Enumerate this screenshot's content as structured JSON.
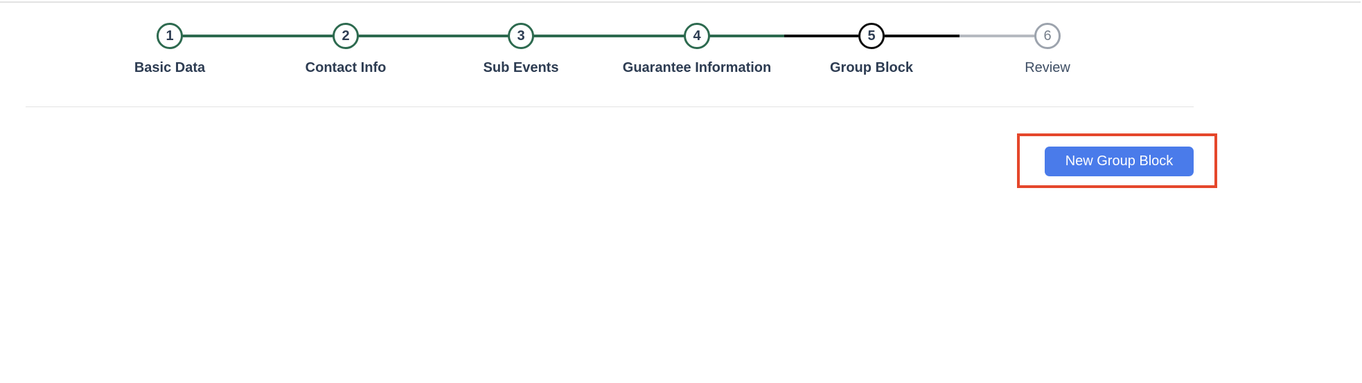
{
  "colors": {
    "complete": "#2d6a4f",
    "active": "#0b0b0b",
    "upcoming_border": "#9ca3ad",
    "upcoming_text": "#767f8b",
    "upcoming_line": "#b6bac1",
    "label_text": "#2d3c52",
    "review_label_text": "#3e4e64",
    "divider": "#e4e4e4",
    "top_border": "#e2e2e2",
    "button_bg": "#4a7bea",
    "button_text": "#ffffff",
    "annotation": "#e5472b",
    "page_bg": "#ffffff"
  },
  "stepper": {
    "steps": [
      {
        "number": "1",
        "label": "Basic Data",
        "state": "complete"
      },
      {
        "number": "2",
        "label": "Contact Info",
        "state": "complete"
      },
      {
        "number": "3",
        "label": "Sub Events",
        "state": "complete"
      },
      {
        "number": "4",
        "label": "Guarantee Information",
        "state": "complete"
      },
      {
        "number": "5",
        "label": "Group Block",
        "state": "active"
      },
      {
        "number": "6",
        "label": "Review",
        "state": "upcoming"
      }
    ]
  },
  "actions": {
    "new_group_block_label": "New Group Block"
  }
}
